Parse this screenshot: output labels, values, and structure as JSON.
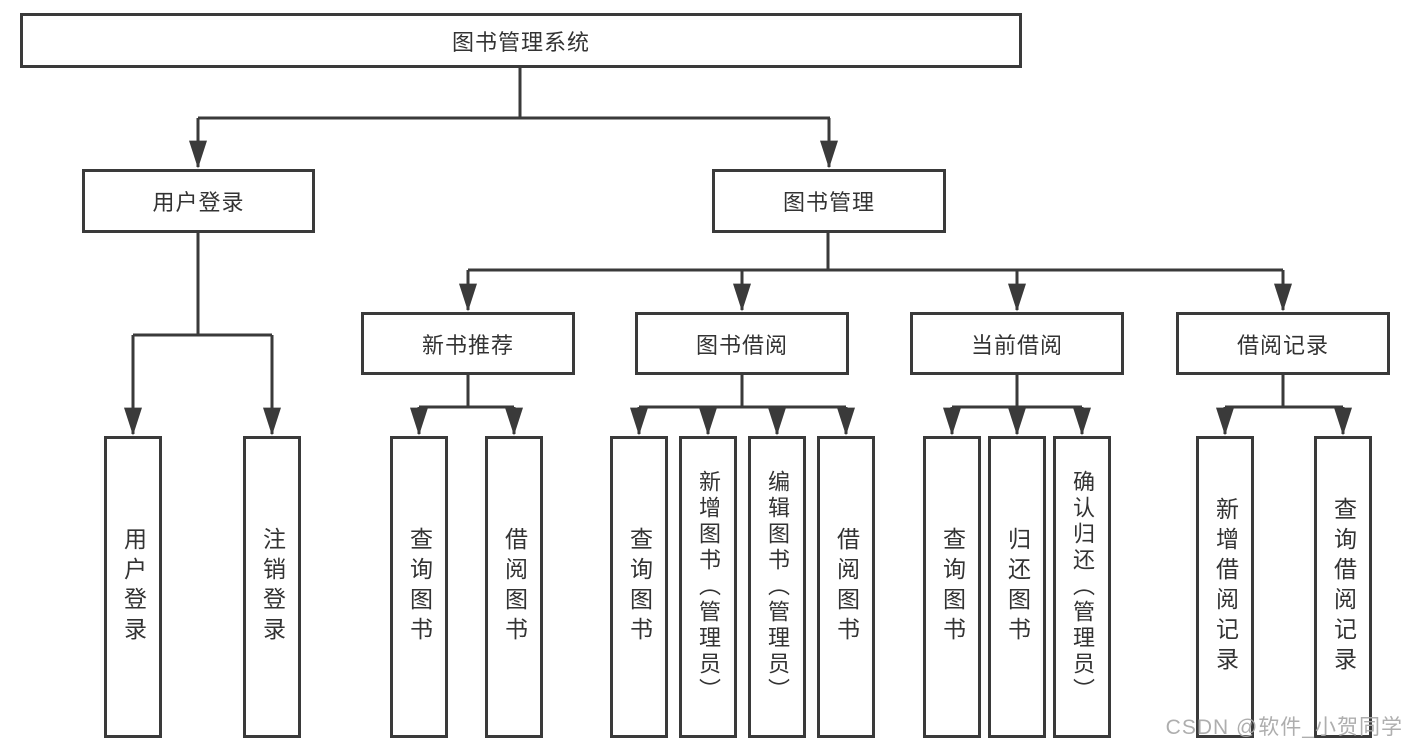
{
  "diagram": {
    "title": "图书管理系统",
    "watermark": "CSDN @软件_小贺同学",
    "colors": {
      "line": "#3a3a3a",
      "text": "#333333",
      "watermark": "#aaaaaa",
      "background": "#ffffff"
    },
    "nodes": {
      "root": "图书管理系统",
      "user_login": "用户登录",
      "book_mgmt": "图书管理",
      "new_book_rec": "新书推荐",
      "book_borrow": "图书借阅",
      "current_borrow": "当前借阅",
      "borrow_record": "借阅记录",
      "leaf_user_login": "用户登录",
      "leaf_logout": "注销登录",
      "leaf_query_book_a": "查询图书",
      "leaf_borrow_book_a": "借阅图书",
      "leaf_query_book_b": "查询图书",
      "leaf_add_book": "新增图书（管理员）",
      "leaf_edit_book": "编辑图书（管理员）",
      "leaf_borrow_book_b": "借阅图书",
      "leaf_query_book_c": "查询图书",
      "leaf_return_book": "归还图书",
      "leaf_confirm_return": "确认归还（管理员）",
      "leaf_add_record": "新增借阅记录",
      "leaf_query_record": "查询借阅记录"
    }
  }
}
